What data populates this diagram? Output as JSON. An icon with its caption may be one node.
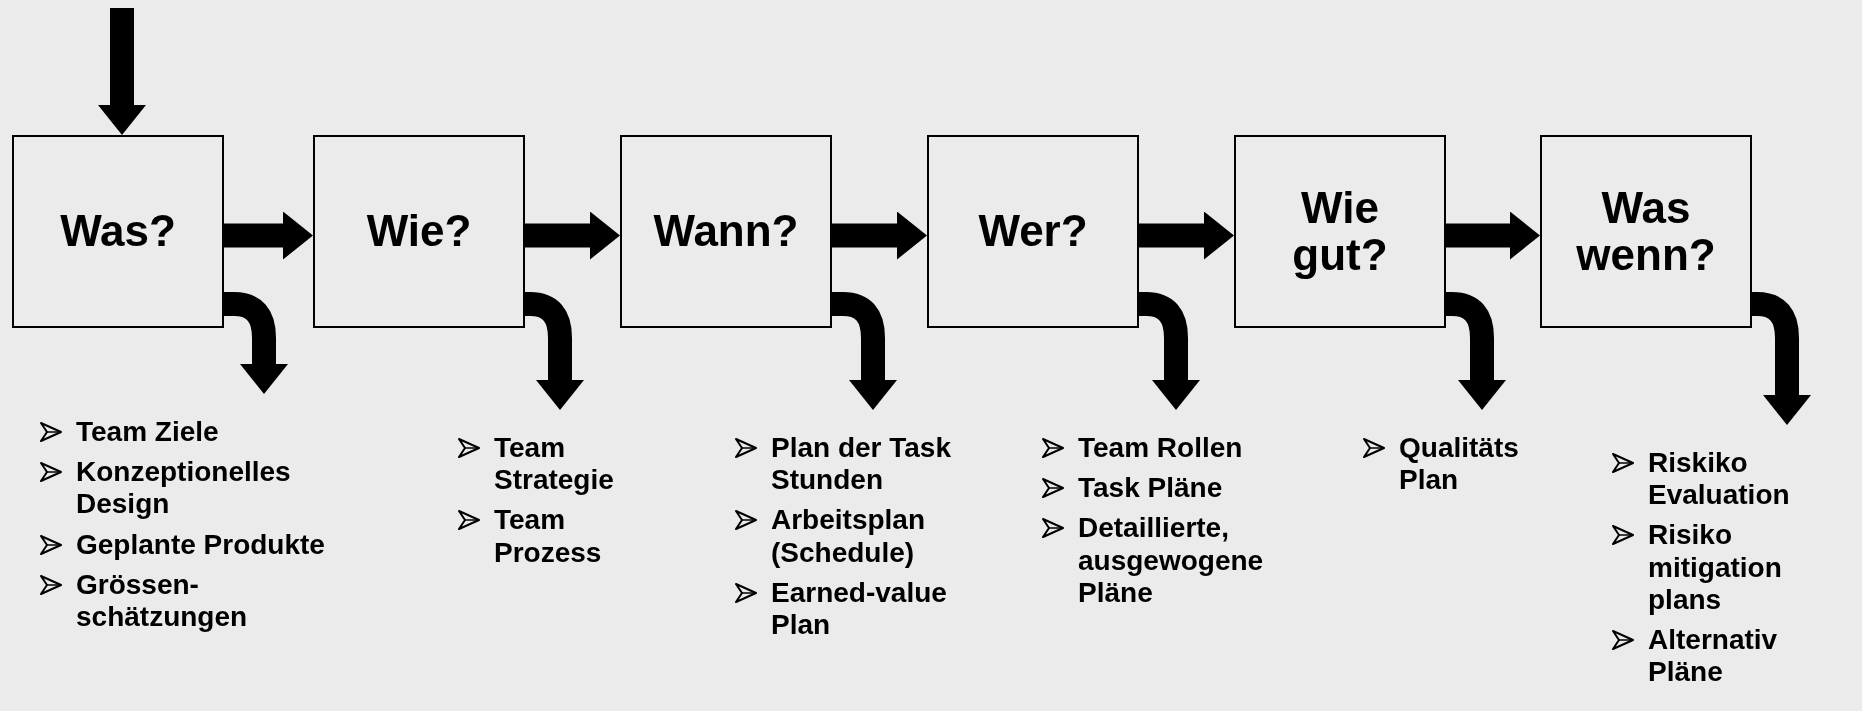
{
  "diagram": {
    "nodes": [
      {
        "text": [
          "Was?"
        ]
      },
      {
        "text": [
          "Wie?"
        ]
      },
      {
        "text": [
          "Wann?"
        ]
      },
      {
        "text": [
          "Wer?"
        ]
      },
      {
        "text": [
          "Wie gut?"
        ]
      },
      {
        "text": [
          "Was wenn?"
        ]
      },
      {
        "text": [
          "Team Ziele",
          "Konzeptionelles Design",
          "Geplante Produkte",
          "Grössen-schätzungen"
        ]
      },
      {
        "text": [
          "Team Strategie",
          "Team Prozess"
        ]
      },
      {
        "text": [
          "Plan der Task Stunden",
          "Arbeitsplan (Schedule)",
          "Earned-value Plan"
        ]
      },
      {
        "text": [
          "Team Rollen",
          "Task Pläne",
          "Detaillierte, ausgewogene Pläne"
        ]
      },
      {
        "text": [
          "Qualitäts Plan"
        ]
      },
      {
        "text": [
          "Riskiko Evaluation",
          "Risiko mitigation plans",
          "Alternativ Pläne"
        ]
      }
    ],
    "edges": [
      {
        "from": null,
        "to": 0,
        "arrow": "to"
      },
      {
        "from": 0,
        "to": 1,
        "arrow": "to"
      },
      {
        "from": 1,
        "to": 2,
        "arrow": "to"
      },
      {
        "from": 2,
        "to": 3,
        "arrow": "to"
      },
      {
        "from": 3,
        "to": 4,
        "arrow": "to"
      },
      {
        "from": 4,
        "to": 5,
        "arrow": "to"
      },
      {
        "from": 0,
        "to": 6,
        "arrow": "to"
      },
      {
        "from": 1,
        "to": 7,
        "arrow": "to"
      },
      {
        "from": 2,
        "to": 8,
        "arrow": "to"
      },
      {
        "from": 3,
        "to": 9,
        "arrow": "to"
      },
      {
        "from": 4,
        "to": 10,
        "arrow": "to"
      },
      {
        "from": 5,
        "to": 11,
        "arrow": "to"
      }
    ]
  }
}
